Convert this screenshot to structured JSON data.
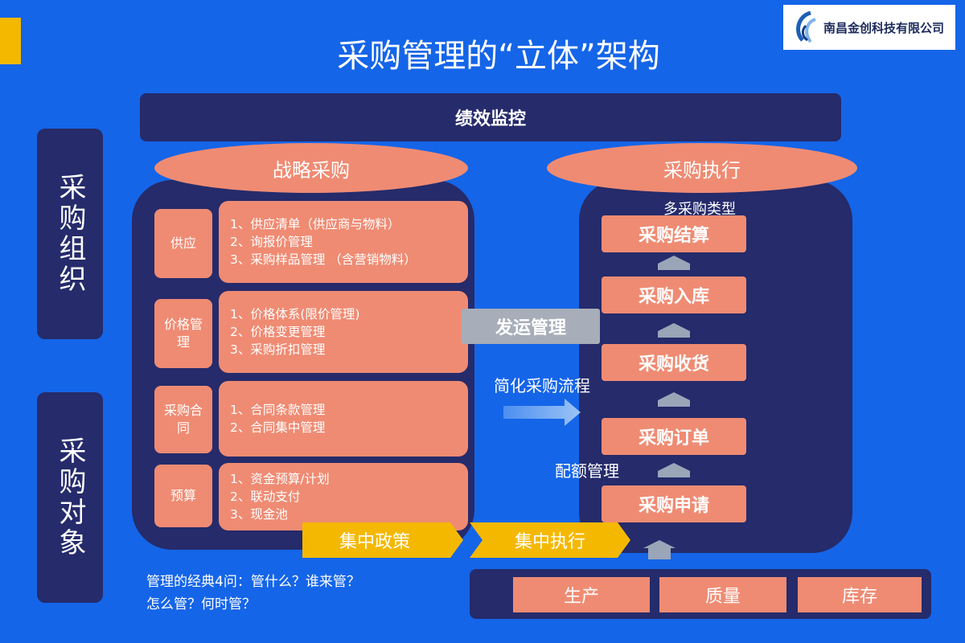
{
  "title": "采购管理的“立体”架构",
  "logo": {
    "company": "南昌金创科技有限公司"
  },
  "performance_bar": "绩效监控",
  "left_labels": {
    "organization": "采购组织",
    "object": "采购对象"
  },
  "strategic": {
    "header": "战略采购",
    "rows": [
      {
        "category": "供应",
        "items": [
          "1、供应清单（供应商与物料）",
          "2、询报价管理",
          "3、采购样品管理 （含营销物料）"
        ]
      },
      {
        "category": "价格管理",
        "items": [
          "1、价格体系(限价管理)",
          "2、价格变更管理",
          "3、采购折扣管理"
        ]
      },
      {
        "category": "采购合同",
        "items": [
          "1、合同条款管理",
          "2、合同集中管理"
        ]
      },
      {
        "category": "预算",
        "items": [
          "1、资金预算/计划",
          "2、联动支付",
          "3、现金池"
        ]
      }
    ]
  },
  "execution": {
    "header": "采购执行",
    "note": "多采购类型",
    "steps": [
      "采购结算",
      "采购入库",
      "采购收货",
      "采购订单",
      "采购申请"
    ]
  },
  "middle": {
    "shipping": "发运管理",
    "simplify": "简化采购流程",
    "quota": "配额管理"
  },
  "arrows": {
    "policy": "集中政策",
    "execute": "集中执行"
  },
  "bottom_note": "管理的经典4问：管什么？谁来管？\n怎么管？何时管？",
  "bottom_boxes": [
    "生产",
    "质量",
    "库存"
  ],
  "colors": {
    "background": "#1565e8",
    "navy": "#252b6b",
    "salmon": "#ef8b73",
    "yellow": "#f5b800",
    "gray": "#9aa5b8"
  }
}
